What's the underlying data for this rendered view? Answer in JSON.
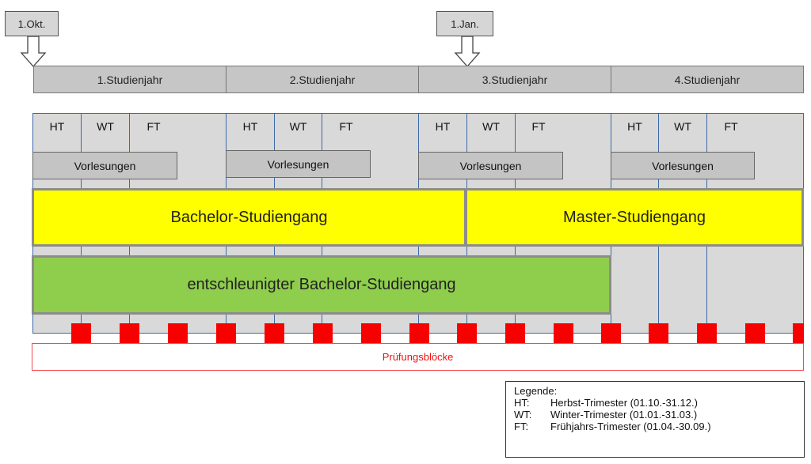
{
  "dates": [
    {
      "label": "1.Okt."
    },
    {
      "label": "1.Jan."
    }
  ],
  "years": [
    {
      "label": "1.Studienjahr"
    },
    {
      "label": "2.Studienjahr"
    },
    {
      "label": "3.Studienjahr"
    },
    {
      "label": "4.Studienjahr"
    }
  ],
  "trimesters": [
    "HT",
    "WT",
    "FT"
  ],
  "lectures_label": "Vorlesungen",
  "programs": {
    "bachelor": "Bachelor-Studiengang",
    "master": "Master-Studiengang",
    "slowed_bachelor": "entschleunigter Bachelor-Studiengang"
  },
  "exam_blocks_label": "Prüfungsblöcke",
  "legend": {
    "title": "Legende:",
    "items": [
      {
        "key": "HT:",
        "text": "Herbst-Trimester (01.10.-31.12.)"
      },
      {
        "key": "WT:",
        "text": "Winter-Trimester (01.01.-31.03.)"
      },
      {
        "key": "FT:",
        "text": "Frühjahrs-Trimester (01.04.-30.09.)"
      }
    ]
  },
  "colors": {
    "bachelor": "#ffff00",
    "master": "#ffff00",
    "slowed_bachelor": "#8fcd4d",
    "exam_block": "#f70000",
    "grid_line": "#3f6aa8"
  }
}
